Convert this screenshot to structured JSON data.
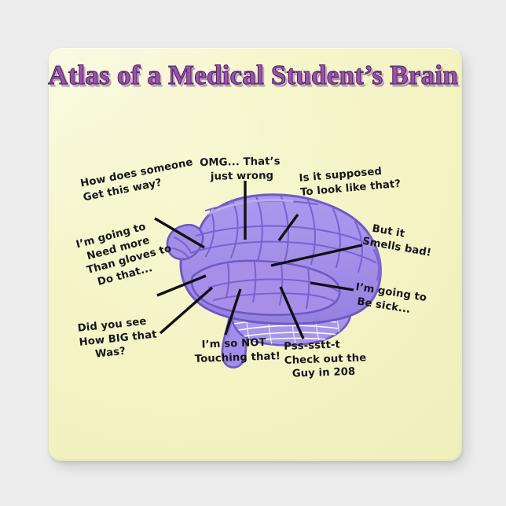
{
  "product": {
    "type": "refrigerator-magnet",
    "background_color": "#ededed",
    "card_color": "#f4f4c6",
    "card_shape": "rounded-square"
  },
  "title": {
    "text": "Atlas of a Medical Student’s Brain",
    "color": "#9d52a8",
    "outline_color": "#4a2060"
  },
  "illustration": {
    "name": "brain-lateral-view",
    "fill_color": "#a08ce8",
    "outline_color": "#6f59c4",
    "sulci_color": "#7a63cf",
    "cerebellum_hatch_color": "#ffffff",
    "leader_line_color": "#111111"
  },
  "callouts": [
    {
      "id": "how",
      "name": "callout-how-does-someone",
      "lines": [
        "How does someone",
        "Get this way?"
      ]
    },
    {
      "id": "gloves",
      "name": "callout-need-more-gloves",
      "lines": [
        "I’m going to",
        "Need more",
        "Than gloves to",
        "Do that..."
      ]
    },
    {
      "id": "big",
      "name": "callout-did-you-see",
      "lines": [
        "Did you see",
        "How BIG that",
        "Was?"
      ]
    },
    {
      "id": "omg",
      "name": "callout-omg-just-wrong",
      "lines": [
        "OMG... That’s",
        "just wrong"
      ]
    },
    {
      "id": "sup",
      "name": "callout-is-it-supposed",
      "lines": [
        "Is it supposed",
        "To look like that?"
      ]
    },
    {
      "id": "smell",
      "name": "callout-smells-bad",
      "lines": [
        "But it",
        "Smells bad!"
      ]
    },
    {
      "id": "sick",
      "name": "callout-going-to-be-sick",
      "lines": [
        "I’m going to",
        "Be sick..."
      ]
    },
    {
      "id": "touch",
      "name": "callout-not-touching-that",
      "lines": [
        "I’m so NOT",
        "Touching that!"
      ]
    },
    {
      "id": "pss",
      "name": "callout-guy-in-208",
      "lines": [
        "Pss-sstt-t",
        "Check out the",
        "Guy in 208"
      ]
    }
  ],
  "callout_text": {
    "how": "How does someone\nGet this way?",
    "gloves": "I’m going to\n  Need more\n Than gloves to\n   Do that...",
    "big": "Did you see\nHow BIG that\n    Was?",
    "omg": "OMG... That’s\n just wrong",
    "sup": "Is it supposed\nTo look like that?",
    "smell": "  But it\nSmells bad!",
    "sick": "I’m going to\n Be sick...",
    "touch": "  I’m so NOT\nTouching that!",
    "pss": "Pss-sstt-t\nCheck out the\n  Guy in 208"
  }
}
